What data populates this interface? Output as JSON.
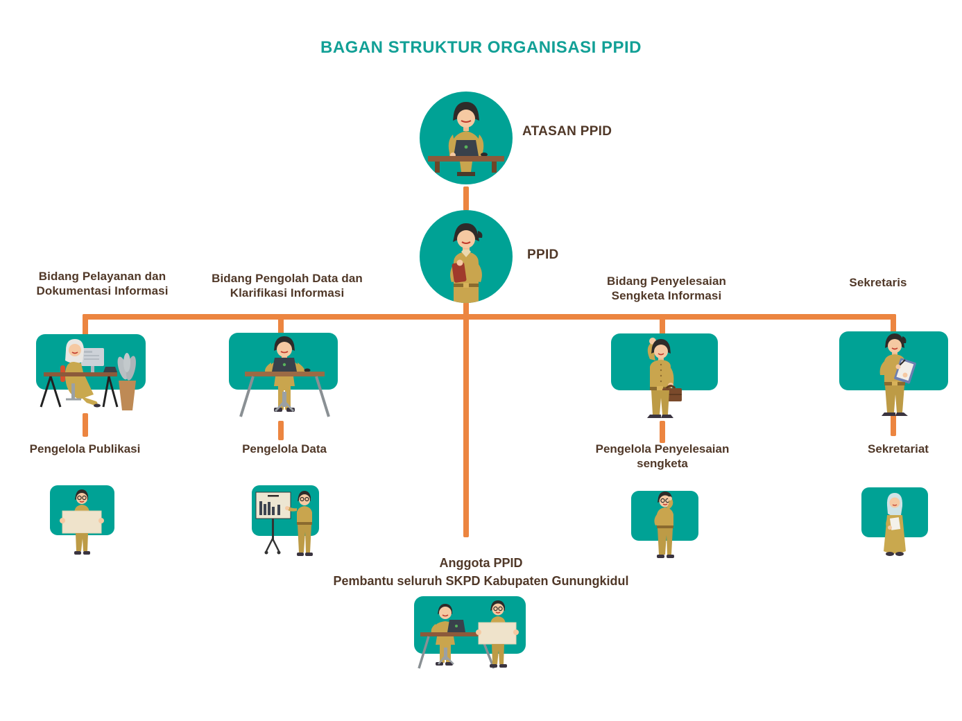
{
  "title": "BAGAN STRUKTUR ORGANISASI PPID",
  "colors": {
    "teal": "#00A295",
    "orange": "#EC8540",
    "text_brown": "#503828"
  },
  "atasan": {
    "label": "ATASAN PPID"
  },
  "ppid": {
    "label": "PPID"
  },
  "branches": [
    {
      "title": "Bidang Pelayanan dan Dokumentasi Informasi",
      "role": "Pengelola Publikasi"
    },
    {
      "title": "Bidang Pengolah Data dan Klarifikasi Informasi",
      "role": "Pengelola Data"
    },
    {
      "title": "Bidang Penyelesaian Sengketa Informasi",
      "role": "Pengelola Penyelesaian sengketa"
    },
    {
      "title": "Sekretaris",
      "role": "Sekretariat"
    }
  ],
  "anggota": {
    "title": "Anggota PPID",
    "subtitle": "Pembantu seluruh SKPD Kabupaten Gunungkidul"
  }
}
